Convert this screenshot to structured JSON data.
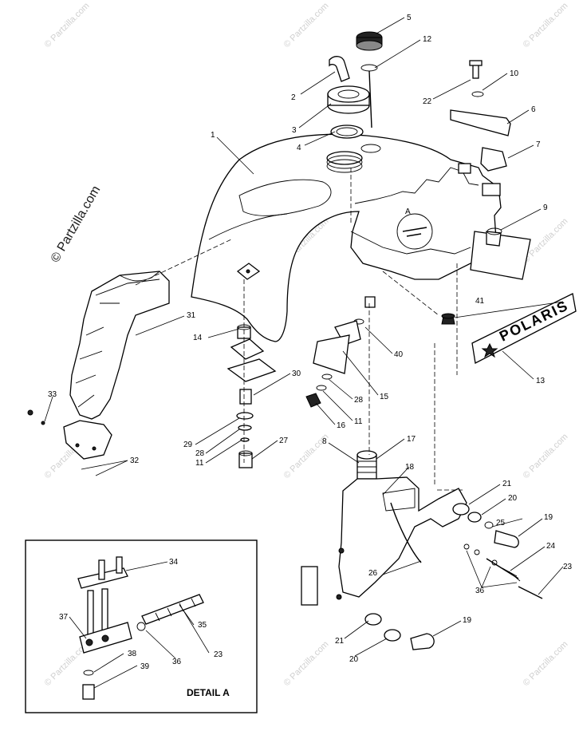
{
  "watermark": {
    "vertical_text": "© Partzilla.com",
    "repeat_text": "© Partzilla.com"
  },
  "detail": {
    "title": "DETAIL A",
    "marker": "A"
  },
  "logo": {
    "text": "POLARIS",
    "icon": "polaris-star-logo"
  },
  "callouts": {
    "c1": "1",
    "c2": "2",
    "c3": "3",
    "c4": "4",
    "c5": "5",
    "c6": "6",
    "c7": "7",
    "c8": "8",
    "c9": "9",
    "c10": "10",
    "c11a": "11",
    "c11b": "11",
    "c12": "12",
    "c13": "13",
    "c14": "14",
    "c15": "15",
    "c16": "16",
    "c17": "17",
    "c18": "18",
    "c19a": "19",
    "c19b": "19",
    "c20a": "20",
    "c20b": "20",
    "c21a": "21",
    "c21b": "21",
    "c22": "22",
    "c23a": "23",
    "c23b": "23",
    "c24": "24",
    "c25": "25",
    "c26": "26",
    "c27": "27",
    "c28a": "28",
    "c28b": "28",
    "c29": "29",
    "c30": "30",
    "c31": "31",
    "c32": "32",
    "c33": "33",
    "c34": "34",
    "c35": "35",
    "c36a": "36",
    "c36b": "36",
    "c37": "37",
    "c38": "38",
    "c39": "39",
    "c40": "40",
    "c41": "41"
  },
  "colors": {
    "line": "#000000",
    "background": "#ffffff",
    "watermark": "#d0d0d0"
  }
}
